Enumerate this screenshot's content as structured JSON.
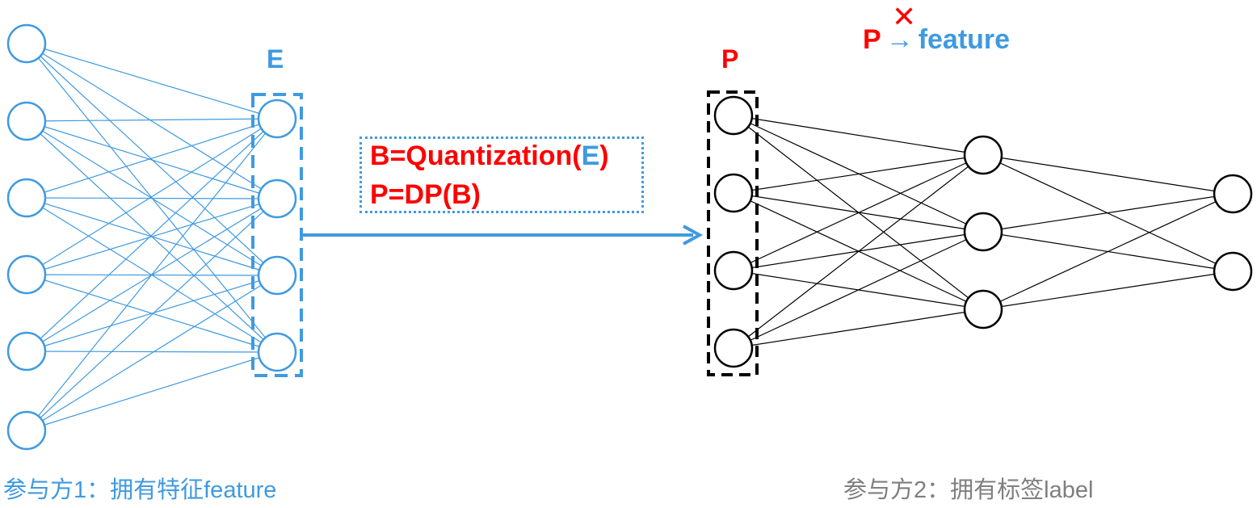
{
  "left_party": {
    "caption": "参与方1：拥有特征feature",
    "embedding_label": "E",
    "color": "#3f9ae0"
  },
  "right_party": {
    "caption": "参与方2：拥有标签label",
    "input_label": "P",
    "line_color": "#000000",
    "caption_color": "#7f7f7f"
  },
  "equations": {
    "line1_prefix": "B=Quantization(",
    "line1_var": "E",
    "line1_suffix": ")",
    "line2": "P=DP(B)"
  },
  "mapping": {
    "from": "P",
    "arrow": "→",
    "to": "feature",
    "blocked_mark": "✕"
  },
  "accent_red": "#ff0000"
}
